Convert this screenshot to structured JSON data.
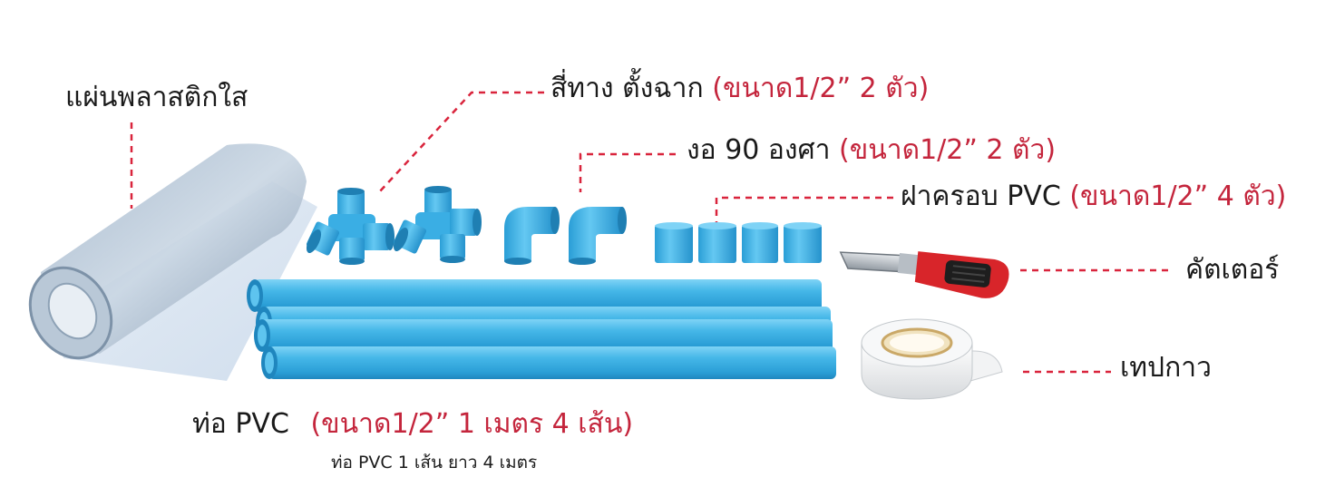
{
  "colors": {
    "leader": "#d9243c",
    "spec_text": "#c4253c",
    "label_text": "#1a1a1a",
    "pipe_blue": "#3fb2e6",
    "pipe_dark": "#1d8cc4",
    "pipe_light": "#8ad7f7"
  },
  "labels": {
    "plastic_sheet": {
      "name": "แผ่นพลาสติกใส",
      "spec": ""
    },
    "four_way": {
      "name": "สี่ทาง ตั้งฉาก",
      "spec": "(ขนาด1/2” 2 ตัว)"
    },
    "elbow": {
      "name": "งอ 90 องศา",
      "spec": "(ขนาด1/2” 2 ตัว)"
    },
    "end_cap": {
      "name": "ฝาครอบ PVC",
      "spec": "(ขนาด1/2” 4 ตัว)"
    },
    "cutter": {
      "name": "คัตเตอร์",
      "spec": ""
    },
    "tape": {
      "name": "เทปกาว",
      "spec": ""
    },
    "pipe": {
      "name": "ท่อ PVC",
      "spec": "(ขนาด1/2” 1 เมตร 4 เส้น)",
      "note": "ท่อ PVC 1 เส้น ยาว 4 เมตร"
    }
  },
  "icons": [
    "plastic-roll-icon",
    "four-way-fitting-icon",
    "elbow-fitting-icon",
    "end-cap-icon",
    "pvc-pipe-icon",
    "cutter-knife-icon",
    "tape-roll-icon"
  ]
}
